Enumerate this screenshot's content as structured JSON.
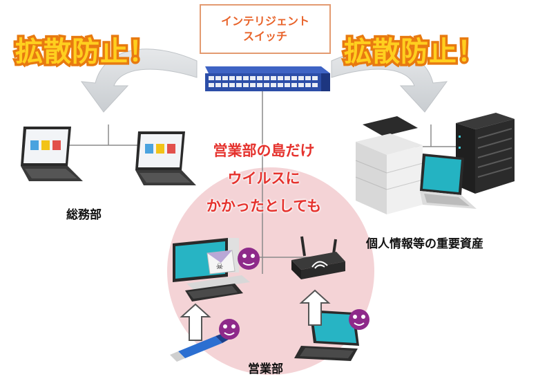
{
  "switch_label": {
    "line1": "インテリジェント",
    "line2": "スイッチ"
  },
  "banner_left": "拡散防止！",
  "banner_right": "拡散防止！",
  "callout": {
    "line1": "営業部の島だけ",
    "line2": "ウイルスに",
    "line3": "かかったとしても"
  },
  "labels": {
    "general_affairs": "総務部",
    "important_assets": "個人情報等の重要資産",
    "sales": "営業部"
  },
  "colors": {
    "accent_text": "#e5322d",
    "banner_fill": "#ffcf1f",
    "banner_stroke": "#e87a10",
    "infection_zone": "#f4d3d6",
    "virus": "#8e2a8a",
    "switch_body": "#2c4ea8"
  }
}
